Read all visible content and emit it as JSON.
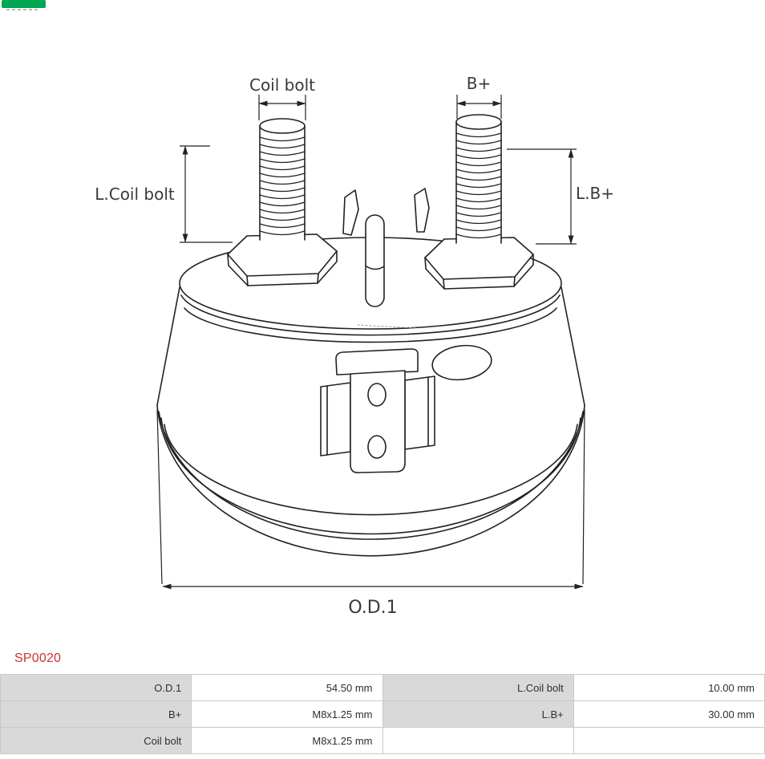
{
  "brand": {
    "badge_color": "#00a651"
  },
  "colors": {
    "product_code_red": "#cc3333",
    "line_color": "#222222",
    "table_label_bg": "#d9d9d9"
  },
  "product": {
    "code": "SP0020"
  },
  "diagram": {
    "labels": {
      "coil_bolt": "Coil bolt",
      "b_plus": "B+",
      "l_coil_bolt": "L.Coil bolt",
      "l_b_plus": "L.B+",
      "od1": "O.D.1"
    }
  },
  "spec_table": {
    "rows": [
      {
        "label1": "O.D.1",
        "value1": "54.50 mm",
        "label2": "L.Coil bolt",
        "value2": "10.00 mm"
      },
      {
        "label1": "B+",
        "value1": "M8x1.25 mm",
        "label2": "L.B+",
        "value2": "30.00 mm"
      },
      {
        "label1": "Coil bolt",
        "value1": "M8x1.25 mm",
        "label2": "",
        "value2": ""
      }
    ]
  }
}
